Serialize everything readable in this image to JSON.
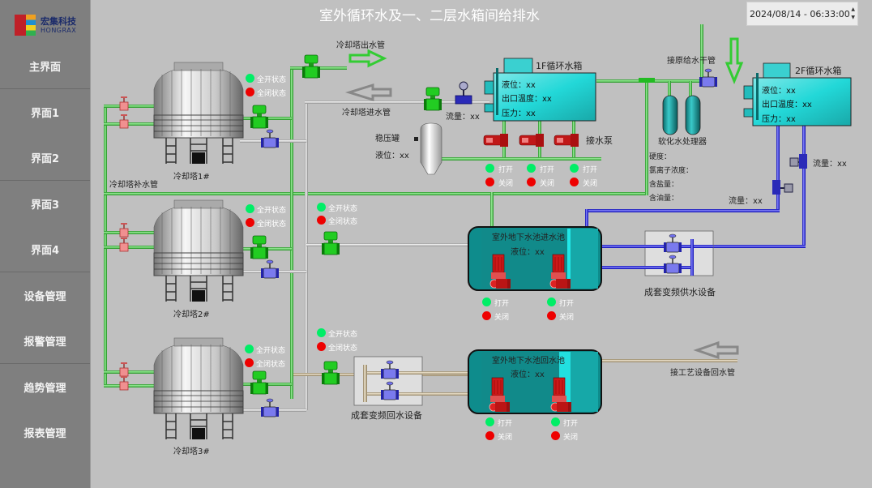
{
  "app": {
    "title": "室外循环水及一、二层水箱间给排水",
    "datetime": "2024/08/14 - 06:33:00",
    "logo": {
      "cn": "宏集科技",
      "en": "HONGRAX"
    }
  },
  "sidebar": {
    "items": [
      {
        "label": "主界面"
      },
      {
        "label": "界面1"
      },
      {
        "label": "界面2"
      },
      {
        "label": "界面3"
      },
      {
        "label": "界面4"
      },
      {
        "label": "设备管理"
      },
      {
        "label": "报警管理"
      },
      {
        "label": "趋势管理"
      },
      {
        "label": "报表管理"
      }
    ]
  },
  "pipes": {
    "cooling_out": "冷却塔出水管",
    "cooling_in": "冷却塔进水管",
    "makeup": "冷却塔补水管",
    "raw_supply": "接原给水干管",
    "process_return": "接工艺设备回水管"
  },
  "towers": [
    {
      "name": "冷却塔1#",
      "status_open": "全开状态",
      "status_closed": "全闭状态"
    },
    {
      "name": "冷却塔2#",
      "status_open": "全开状态",
      "status_closed": "全闭状态"
    },
    {
      "name": "冷却塔3#",
      "status_open": "全开状态",
      "status_closed": "全闭状态"
    }
  ],
  "valve_status": {
    "mid1_open": "全开状态",
    "mid1_closed": "全闭状态",
    "mid2_open": "全开状态",
    "mid2_closed": "全闭状态"
  },
  "flow_cooling_in": {
    "label": "流量：",
    "value": "xx"
  },
  "surge_tank": {
    "name": "稳压罐",
    "level_label": "液位：",
    "level": "xx"
  },
  "tank_1f": {
    "name": "1F循环水箱",
    "level_label": "液位：",
    "level": "xx",
    "temp_label": "出口温度：",
    "temp": "xx",
    "pressure_label": "压力：",
    "pressure": "xx"
  },
  "tank_2f": {
    "name": "2F循环水箱",
    "level_label": "液位：",
    "level": "xx",
    "temp_label": "出口温度：",
    "temp": "xx",
    "pressure_label": "压力：",
    "pressure": "xx"
  },
  "pumps_1f": {
    "label": "接水泵",
    "units": [
      {
        "open": "打开",
        "closed": "关闭"
      },
      {
        "open": "打开",
        "closed": "关闭"
      },
      {
        "open": "打开",
        "closed": "关闭"
      }
    ]
  },
  "softener": {
    "name": "软化水处理器",
    "hardness": "硬度：",
    "chloride": "氯离子浓度：",
    "salt": "含盐量：",
    "oil": "含油量："
  },
  "flow_2f_a": {
    "label": "流量：",
    "value": "xx"
  },
  "flow_2f_b": {
    "label": "流量：",
    "value": "xx"
  },
  "inlet_pool": {
    "name": "室外地下水池进水池",
    "level_label": "液位：",
    "level": "xx",
    "pumps": [
      {
        "open": "打开",
        "closed": "关闭"
      },
      {
        "open": "打开",
        "closed": "关闭"
      }
    ]
  },
  "return_pool": {
    "name": "室外地下水池回水池",
    "level_label": "液位：",
    "level": "xx",
    "pumps": [
      {
        "open": "打开",
        "closed": "关闭"
      },
      {
        "open": "打开",
        "closed": "关闭"
      }
    ]
  },
  "supply_equipment": "成套变频供水设备",
  "return_equipment": "成套变频回水设备",
  "colors": {
    "green_pipe": "#33cc33",
    "blue_pipe": "#1a1acc",
    "grey_pipe": "#d8d8d8",
    "tan_pipe": "#c8b898",
    "tank_teal": "#22c8c8",
    "pool_teal": "#0e8c8c",
    "lamp_on": "#00ee66",
    "lamp_off": "#ee0000",
    "background": "#c0c0c0",
    "sidebar": "#7f7f7f"
  }
}
